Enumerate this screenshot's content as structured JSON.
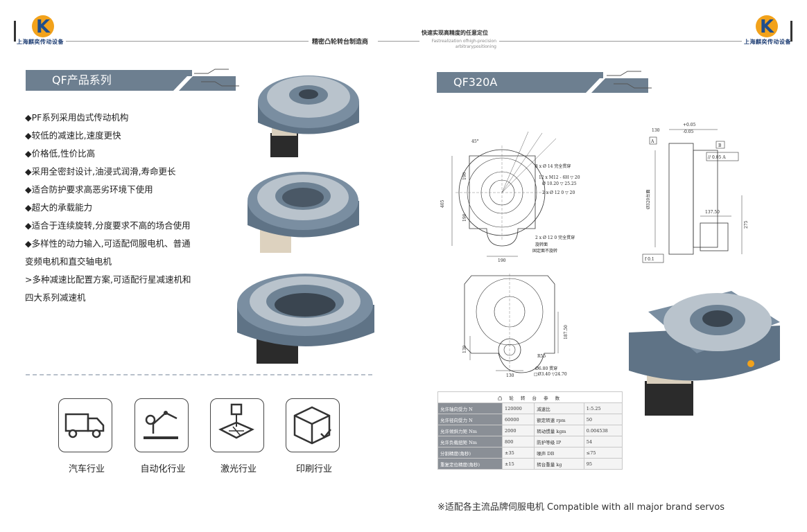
{
  "header": {
    "company_name": "上海麒奕传动设备",
    "center_title": "精密凸轮转台制造商",
    "tagline_cn": "快速实现高精度的任意定位",
    "tagline_en_line1": "Fastrealization ofhigh-precision",
    "tagline_en_line2": "arbitrarypositioning",
    "logo_letter": "K"
  },
  "left": {
    "section_title": "QF产品系列",
    "features": [
      "◆PF系列采用齿式传动机构",
      "◆较低的减速比,速度更快",
      "◆价格低,性价比高",
      "◆采用全密封设计,油浸式润滑,寿命更长",
      "◆适合防护要求高恶劣环境下使用",
      "◆超大的承载能力",
      "◆适合于连续旋转,分度要求不高的场合使用",
      "◆多样性的动力输入,可适配伺服电机、普通",
      "变频电机和直交轴电机",
      ">多种减速比配置方案,可适配行星减速机和",
      "四大系列减速机"
    ],
    "industries": [
      {
        "label": "汽车行业",
        "icon": "truck-icon"
      },
      {
        "label": "自动化行业",
        "icon": "robot-arm-icon"
      },
      {
        "label": "激光行业",
        "icon": "laser-icon"
      },
      {
        "label": "印刷行业",
        "icon": "package-box-icon"
      }
    ]
  },
  "right": {
    "section_title": "QF320A",
    "drawing_labels": {
      "top_a": "A",
      "top_b": "B",
      "dim_130": "130",
      "tol_plus": "+0.05",
      "tol_minus": "-0.05",
      "parallel": "// 0.05 A",
      "flat": "f 0.1",
      "d320": "Ø320台面",
      "d137": "137.50",
      "d275": "275",
      "d190a": "190",
      "d190b": "190",
      "d405": "405",
      "d190c": "190",
      "d130b": "130",
      "d187": "187.50",
      "d130c": "130",
      "d55": "R55",
      "d_holes1": "8 x Ø 14 完全贯穿",
      "d_holes2": "12 x M12 - 6H ▽ 20",
      "d_holes3": "Ø 10.20 ▽ 25.25",
      "d_holes4": "2 x Ø 12  0  ▽ 20",
      "d_holes5": "2 x Ø 12  0  完全贯穿",
      "d_rot": "旋转面",
      "d_fix": "固定面不旋转",
      "d_680": "Ø6.80 贯穿",
      "d_840": "□Ø3.40 ▽24.70",
      "angle": "45°"
    },
    "spec_table": {
      "title": "凸 轮 转 台 参 数",
      "rows": [
        [
          "允许轴向受力 N",
          "120000",
          "减速比",
          "1:5.25"
        ],
        [
          "允许径向受力 N",
          "60000",
          "额定转速 rpm",
          "50"
        ],
        [
          "允许倾斜力矩 Nm",
          "2000",
          "转动惯量 kgm",
          "0.004538"
        ],
        [
          "允许负载扭矩 Nm",
          "800",
          "防护等级 IP",
          "54"
        ],
        [
          "分割精度(角秒)",
          "±35",
          "噪声 DB",
          "≤75"
        ],
        [
          "重复定位精度(角秒)",
          "±15",
          "转台重量 kg",
          "95"
        ]
      ]
    },
    "footnote": "※适配各主流品牌伺服电机 Compatible with all major brand servos"
  },
  "colors": {
    "section_bar": "#6d7f90",
    "logo_orange": "#f2a21b",
    "logo_blue": "#1f4e8c",
    "product_body": "#6e8294",
    "table_key_bg": "#8a8f96"
  }
}
